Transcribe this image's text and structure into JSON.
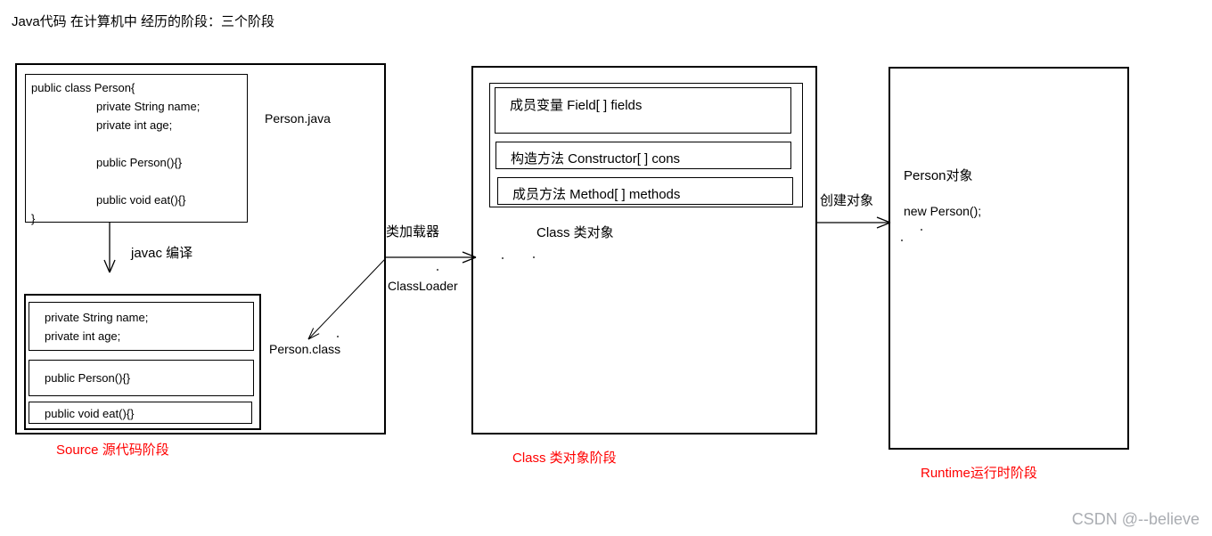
{
  "title": "Java代码 在计算机中 经历的阶段：三个阶段",
  "source_stage": {
    "file_label": "Person.java",
    "code_lines": [
      "public class Person{",
      "private String name;",
      "private int age;",
      "public Person(){}",
      "public void eat(){}",
      "}"
    ],
    "compile_arrow_label": "javac 编译",
    "compiled": {
      "fields_line_1": "private String name;",
      "fields_line_2": "private int age;",
      "constructor_line": "public Person(){}",
      "method_line": "public void eat(){}"
    },
    "class_file_label": "Person.class",
    "stage_label": "Source 源代码阶段"
  },
  "loader": {
    "label_cn": "类加载器",
    "label_en": "ClassLoader"
  },
  "class_stage": {
    "members": [
      {
        "label": "成员变量  Field[ ] fields"
      },
      {
        "label": "构造方法  Constructor[ ] cons"
      },
      {
        "label": "成员方法 Method[ ] methods"
      }
    ],
    "object_label": "Class 类对象",
    "stage_label": "Class 类对象阶段"
  },
  "runtime_stage": {
    "create_arrow_label": "创建对象",
    "object_label": "Person对象",
    "code_line": "new Person();",
    "stage_label": "Runtime运行时阶段"
  },
  "watermark": "CSDN @--believe",
  "colors": {
    "stage_label": "#ff0000",
    "line": "#000000",
    "watermark": "#aaadb2"
  }
}
